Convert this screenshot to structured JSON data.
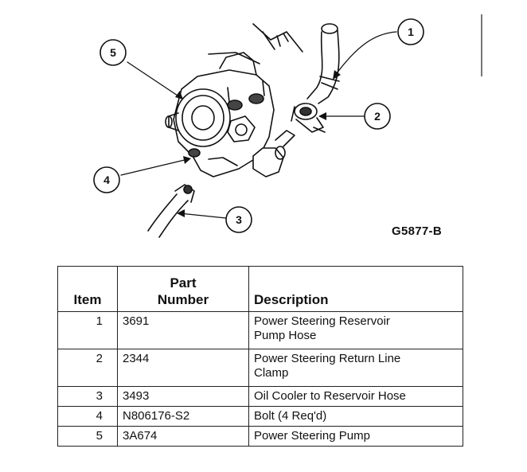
{
  "figure": {
    "code": "G5877-B",
    "callouts": [
      "1",
      "2",
      "3",
      "4",
      "5"
    ]
  },
  "table": {
    "headers": {
      "item": "Item",
      "part_line1": "Part",
      "part_line2": "Number",
      "description": "Description"
    },
    "rows": [
      {
        "item": "1",
        "part": "3691",
        "desc_line1": "Power Steering Reservoir",
        "desc_line2": "Pump Hose"
      },
      {
        "item": "2",
        "part": "2344",
        "desc_line1": "Power Steering Return Line",
        "desc_line2": "Clamp"
      },
      {
        "item": "3",
        "part": "3493",
        "desc_line1": "Oil Cooler to Reservoir Hose",
        "desc_line2": ""
      },
      {
        "item": "4",
        "part": "N806176-S2",
        "desc_line1": "Bolt (4 Req'd)",
        "desc_line2": ""
      },
      {
        "item": "5",
        "part": "3A674",
        "desc_line1": "Power Steering Pump",
        "desc_line2": ""
      }
    ]
  }
}
